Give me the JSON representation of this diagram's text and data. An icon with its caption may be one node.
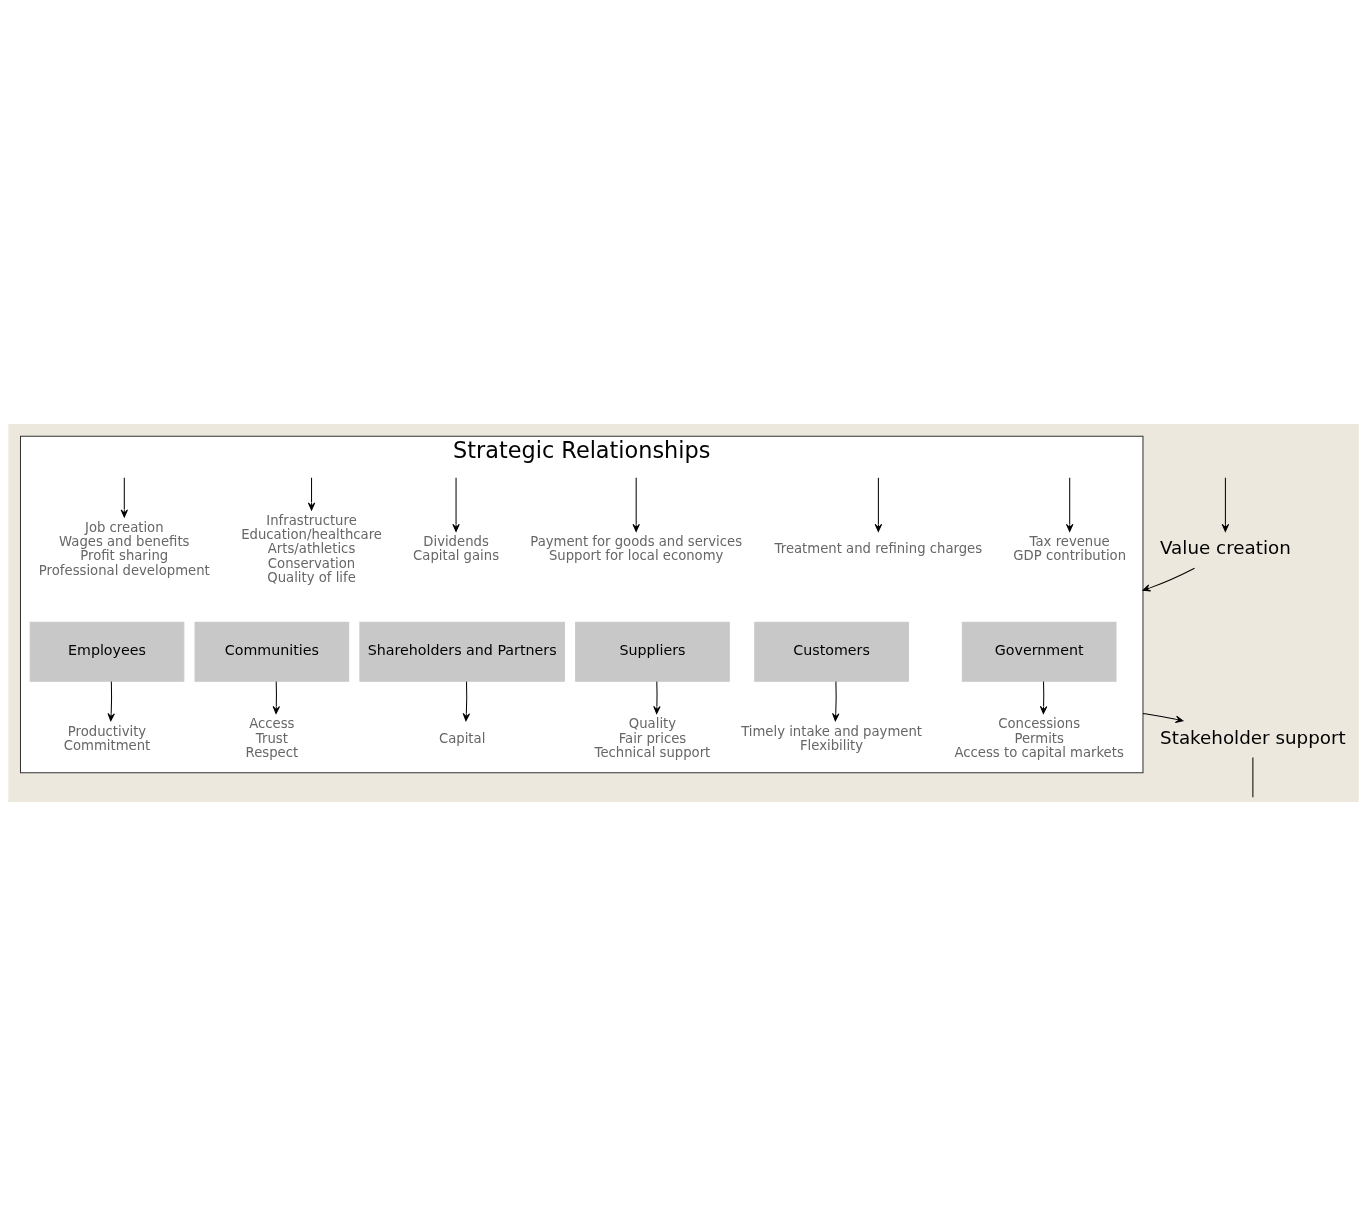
{
  "diagram": {
    "nodes": [
      {
        "text": [
          "Value creation"
        ]
      },
      {
        "text": [
          "Strategic Relationships"
        ]
      },
      {
        "text": [
          "Job creation",
          "Wages and benefits",
          "Profit sharing",
          "Professional development"
        ],
        "in": 1
      },
      {
        "text": [
          "Infrastructure",
          "Education/healthcare",
          "Arts/athletics",
          "Conservation",
          "Quality of life"
        ],
        "in": 1
      },
      {
        "text": [
          "Payment for goods and services",
          "Support for local economy"
        ],
        "in": 1
      },
      {
        "text": [
          "Treatment and refining charges"
        ],
        "in": 1
      },
      {
        "text": [
          "Dividends",
          "Capital gains"
        ],
        "in": 1
      },
      {
        "text": [
          "Tax revenue",
          "GDP contribution"
        ],
        "in": 1
      },
      {
        "text": [
          "Employees"
        ],
        "in": 1
      },
      {
        "text": [
          "Communities"
        ],
        "in": 1
      },
      {
        "text": [
          "Suppliers"
        ],
        "in": 1
      },
      {
        "text": [
          "Customers"
        ],
        "in": 1
      },
      {
        "text": [
          "Shareholders and Partners"
        ],
        "in": 1
      },
      {
        "text": [
          "Government"
        ],
        "in": 1
      },
      {
        "text": [
          "Productivity",
          "Commitment"
        ],
        "in": 1
      },
      {
        "text": [
          "Access",
          "Trust",
          "Respect"
        ],
        "in": 1
      },
      {
        "text": [
          "Quality",
          "Fair prices",
          "Technical support"
        ],
        "in": 1
      },
      {
        "text": [
          "Timely intake and payment",
          "Flexibility"
        ],
        "in": 1
      },
      {
        "text": [
          "Capital"
        ],
        "in": 1
      },
      {
        "text": [
          "Concessions",
          "Permits",
          "Access to capital markets"
        ],
        "in": 1
      },
      {
        "text": [
          "Stakeholder support"
        ]
      }
    ],
    "edges": [
      {
        "from": null,
        "to": 0,
        "arrow": "to"
      },
      {
        "from": 0,
        "to": 1,
        "arrow": "to"
      },
      {
        "from": null,
        "to": 2,
        "arrow": "to"
      },
      {
        "from": null,
        "to": 3,
        "arrow": "to"
      },
      {
        "from": null,
        "to": 4,
        "arrow": "to"
      },
      {
        "from": null,
        "to": 5,
        "arrow": "to"
      },
      {
        "from": null,
        "to": 6,
        "arrow": "to"
      },
      {
        "from": null,
        "to": 7,
        "arrow": "to"
      },
      {
        "from": 8,
        "to": 14,
        "arrow": "to"
      },
      {
        "from": 9,
        "to": 15,
        "arrow": "to"
      },
      {
        "from": 10,
        "to": 16,
        "arrow": "to"
      },
      {
        "from": 11,
        "to": 17,
        "arrow": "to"
      },
      {
        "from": 12,
        "to": 18,
        "arrow": "to"
      },
      {
        "from": 13,
        "to": 19,
        "arrow": "to"
      },
      {
        "from": 1,
        "to": 20,
        "arrow": "to"
      },
      {
        "from": 20,
        "to": null,
        "arrow": "none"
      }
    ]
  }
}
